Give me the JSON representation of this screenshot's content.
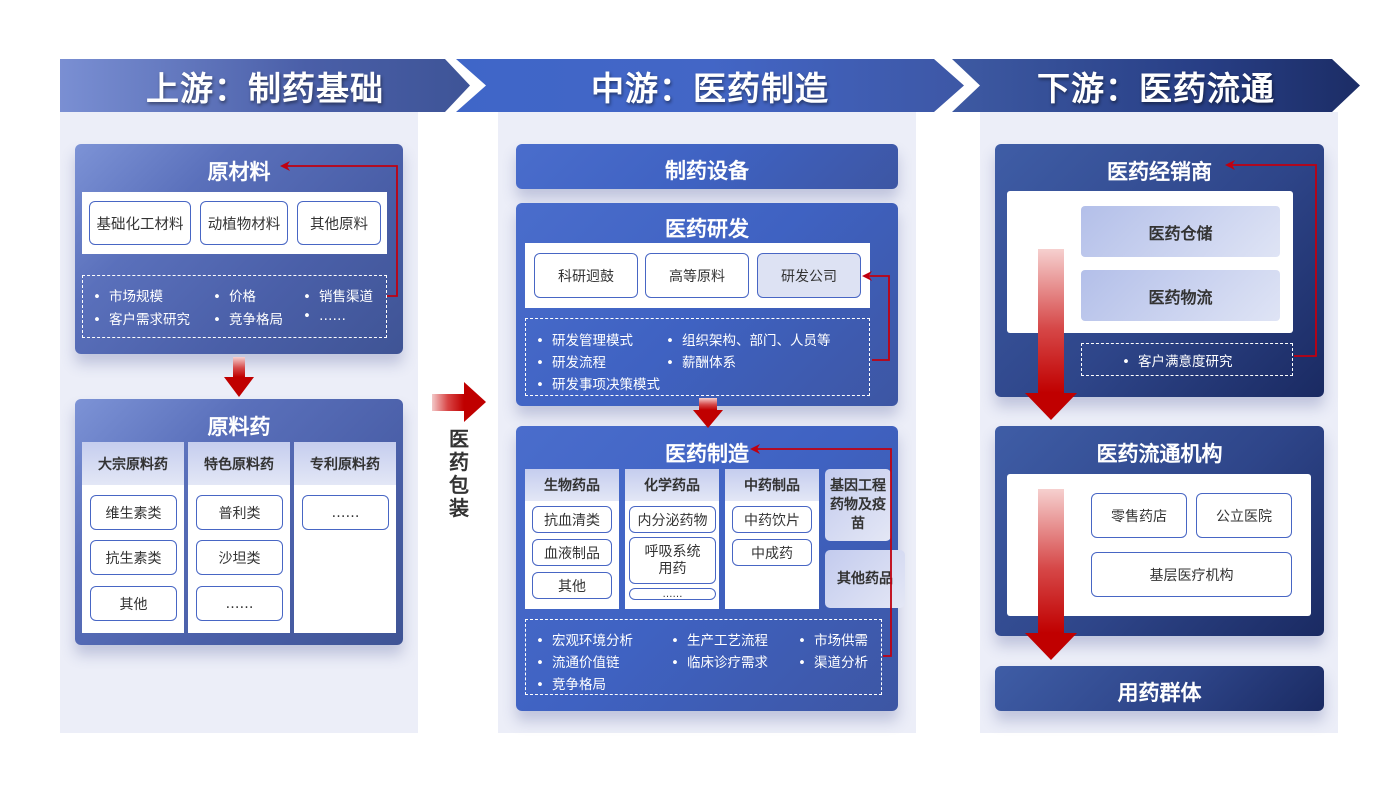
{
  "headers": {
    "upstream": "上游：制药基础",
    "midstream": "中游：医药制造",
    "downstream": "下游：医药流通"
  },
  "upstream": {
    "raw_materials": {
      "title": "原材料",
      "items": [
        "基础化工材料",
        "动植物材料",
        "其他原料"
      ],
      "factors": [
        "市场规模",
        "价格",
        "销售渠道",
        "客户需求研究",
        "竞争格局",
        "……"
      ]
    },
    "api": {
      "title": "原料药",
      "columns": [
        {
          "heading": "大宗原料药",
          "items": [
            "维生素类",
            "抗生素类",
            "其他"
          ]
        },
        {
          "heading": "特色原料药",
          "items": [
            "普利类",
            "沙坦类",
            "……"
          ]
        },
        {
          "heading": "专利原料药",
          "items": [
            "……"
          ]
        }
      ]
    }
  },
  "packaging_label": "医药包装",
  "midstream": {
    "equipment": {
      "title": "制药设备"
    },
    "rnd": {
      "title": "医药研发",
      "items": [
        "科研迥鼓",
        "高等原料",
        "研发公司"
      ],
      "factors": [
        "研发管理模式",
        "组织架构、部门、人员等",
        "研发流程",
        "薪酬体系",
        "研发事项决策模式"
      ]
    },
    "manufacturing": {
      "title": "医药制造",
      "columns": [
        {
          "heading": "生物药品",
          "items": [
            "抗血清类",
            "血液制品",
            "其他"
          ]
        },
        {
          "heading": "化学药品",
          "items": [
            "内分泌药物",
            "呼吸系统用药",
            "……"
          ]
        },
        {
          "heading": "中药制品",
          "items": [
            "中药饮片",
            "中成药"
          ]
        }
      ],
      "side_cards": [
        "基因工程药物及疫苗",
        "其他药品"
      ],
      "factors": [
        "宏观环境分析",
        "生产工艺流程",
        "市场供需",
        "流通价值链",
        "临床诊疗需求",
        "渠道分析",
        "竞争格局"
      ]
    }
  },
  "downstream": {
    "distributor": {
      "title": "医药经销商",
      "items": [
        "医药仓储",
        "医药物流"
      ],
      "factors": [
        "客户满意度研究"
      ]
    },
    "circulation": {
      "title": "医药流通机构",
      "items": [
        "零售药店",
        "公立医院",
        "基层医疗机构"
      ]
    },
    "consumers": {
      "title": "用药群体"
    }
  },
  "colors": {
    "feedback_arrow": "#c00010",
    "flow_arrow": "#c40000",
    "panel_bg": "#eceef8"
  }
}
